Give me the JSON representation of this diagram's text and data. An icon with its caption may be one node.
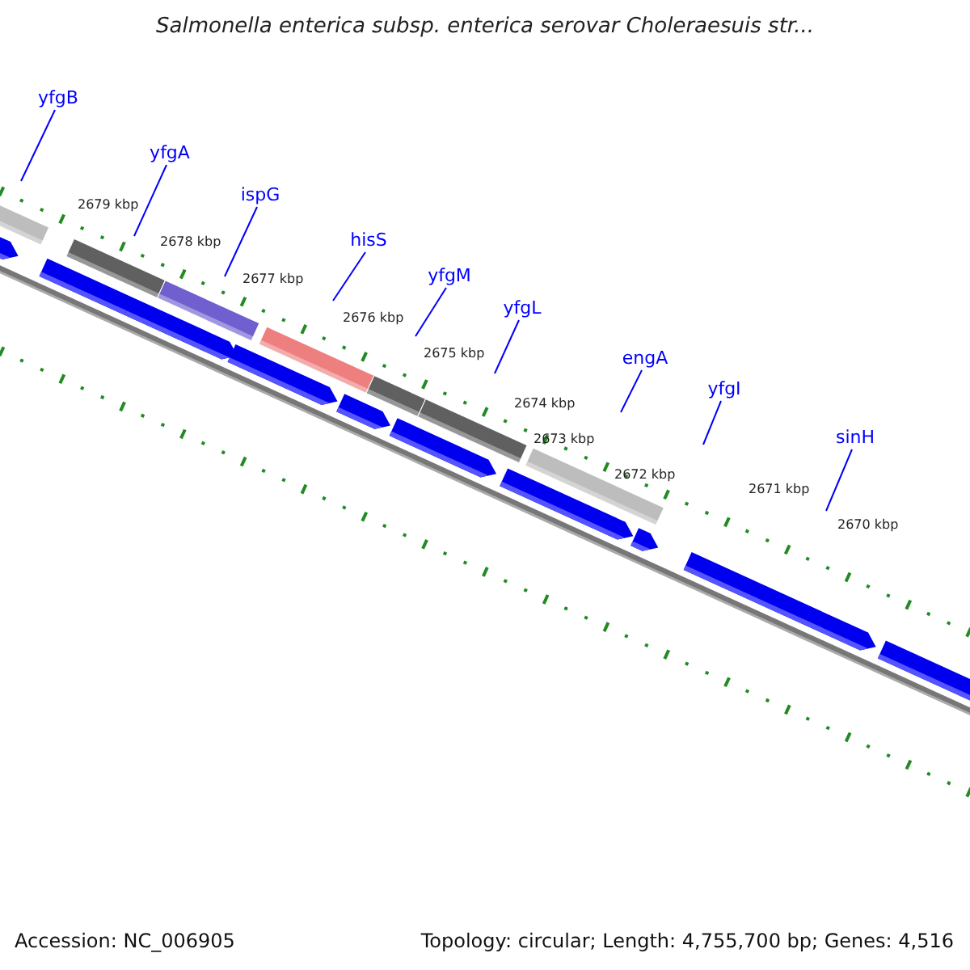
{
  "diagram": {
    "title": "Salmonella enterica subsp. enterica serovar Choleraesuis str...",
    "nodes": [
      {
        "text": [
          "yfgB"
        ]
      },
      {
        "text": [
          "yfgA"
        ]
      },
      {
        "text": [
          "ispG"
        ]
      },
      {
        "text": [
          "hisS"
        ]
      },
      {
        "text": [
          "yfgM"
        ]
      },
      {
        "text": [
          "yfgL"
        ]
      },
      {
        "text": [
          "engA"
        ]
      },
      {
        "text": [
          "yfgI"
        ]
      },
      {
        "text": [
          "sinH"
        ]
      }
    ],
    "edges": [
      {
        "from": 0,
        "to": null,
        "arrow": "none"
      },
      {
        "from": 1,
        "to": null,
        "arrow": "none"
      },
      {
        "from": 2,
        "to": null,
        "arrow": "none"
      },
      {
        "from": 3,
        "to": null,
        "arrow": "none"
      },
      {
        "from": 4,
        "to": null,
        "arrow": "none"
      },
      {
        "from": 5,
        "to": null,
        "arrow": "none"
      },
      {
        "from": 6,
        "to": null,
        "arrow": "none"
      },
      {
        "from": 7,
        "to": null,
        "arrow": "none"
      },
      {
        "from": 8,
        "to": null,
        "arrow": "none"
      }
    ],
    "labels": [
      "2679 kbp",
      "2678 kbp",
      "2677 kbp",
      "2676 kbp",
      "2675 kbp",
      "2674 kbp",
      "2673 kbp",
      "2672 kbp",
      "2671 kbp",
      "2670 kbp",
      "Accession: NC_006905",
      "Topology: circular; Length: 4,755,700 bp; Genes: 4,516"
    ]
  }
}
